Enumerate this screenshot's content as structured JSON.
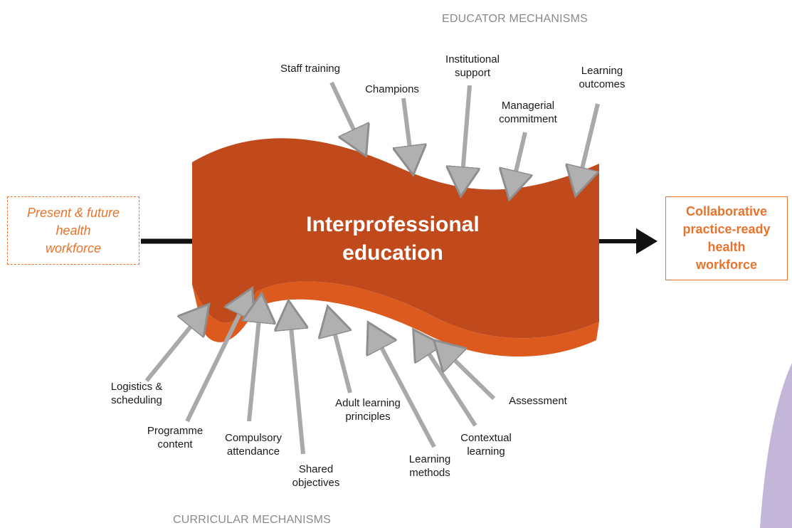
{
  "headings": {
    "educator": "EDUCATOR MECHANISMS",
    "curricular": "CURRICULAR MECHANISMS"
  },
  "input_box": "Present & future\nhealth\nworkforce",
  "center": "Interprofessional\neducation",
  "output_box": "Collaborative\npractice-ready\nhealth\nworkforce",
  "educator_mechanisms": [
    {
      "label": "Staff training"
    },
    {
      "label": "Champions"
    },
    {
      "label": "Institutional\nsupport"
    },
    {
      "label": "Managerial\ncommitment"
    },
    {
      "label": "Learning\noutcomes"
    }
  ],
  "curricular_mechanisms": [
    {
      "label": "Logistics &\nscheduling"
    },
    {
      "label": "Programme\ncontent"
    },
    {
      "label": "Compulsory\nattendance"
    },
    {
      "label": "Shared\nobjectives"
    },
    {
      "label": "Adult learning\nprinciples"
    },
    {
      "label": "Learning\nmethods"
    },
    {
      "label": "Contextual\nlearning"
    },
    {
      "label": "Assessment"
    }
  ],
  "colors": {
    "banner": "#c04a1c",
    "banner_bottom": "#dd5a1e",
    "accent": "#e8732c",
    "decor": "#c3b6d8"
  }
}
